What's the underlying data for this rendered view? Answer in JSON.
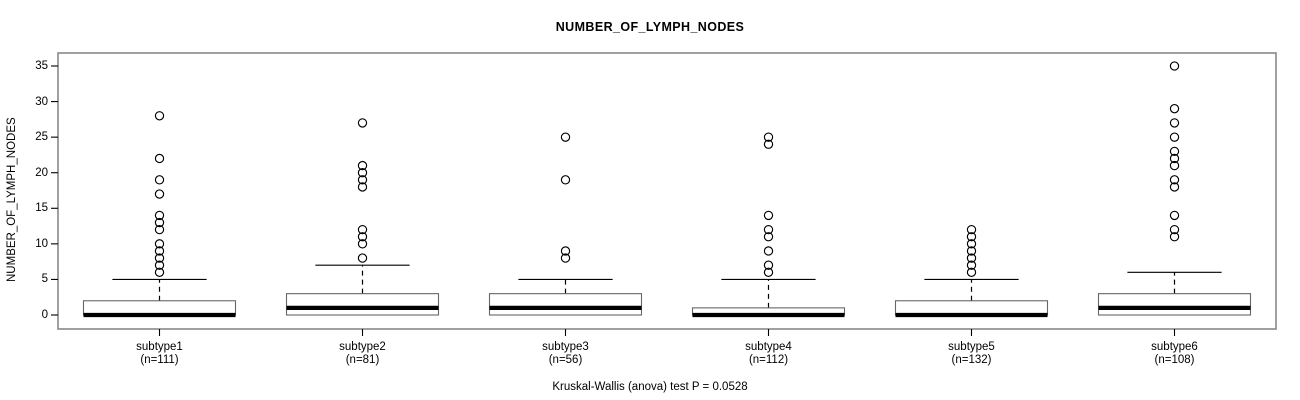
{
  "chart_data": {
    "type": "box",
    "title": "NUMBER_OF_LYMPH_NODES",
    "subtitle": "Kruskal-Wallis (anova) test P = 0.0528",
    "xlabel": "",
    "ylabel": "NUMBER_OF_LYMPH_NODES",
    "ylim": [
      0,
      36
    ],
    "yticks": [
      0,
      5,
      10,
      15,
      20,
      25,
      30,
      35
    ],
    "ytick_labels": [
      "0",
      "5",
      "10",
      "15",
      "20",
      "25",
      "30",
      "35"
    ],
    "grid": false,
    "legend": "none",
    "box_fill": "#ffffff",
    "box_stroke": "#000000",
    "categories": [
      "subtype1",
      "subtype2",
      "subtype3",
      "subtype4",
      "subtype5",
      "subtype6"
    ],
    "counts": [
      111,
      81,
      56,
      112,
      132,
      108
    ],
    "category_labels": [
      {
        "name": "subtype1",
        "n_label": "(n=111)"
      },
      {
        "name": "subtype2",
        "n_label": "(n=81)"
      },
      {
        "name": "subtype3",
        "n_label": "(n=56)"
      },
      {
        "name": "subtype4",
        "n_label": "(n=112)"
      },
      {
        "name": "subtype5",
        "n_label": "(n=132)"
      },
      {
        "name": "subtype6",
        "n_label": "(n=108)"
      }
    ],
    "boxes": [
      {
        "category": "subtype1",
        "whisker_low": 0,
        "q1": 0,
        "median": 0,
        "q3": 2,
        "whisker_high": 5,
        "outliers": [
          28,
          22,
          19,
          17,
          14,
          13,
          12,
          10,
          9,
          8,
          7,
          6
        ]
      },
      {
        "category": "subtype2",
        "whisker_low": 0,
        "q1": 0,
        "median": 1,
        "q3": 3,
        "whisker_high": 7,
        "outliers": [
          27,
          21,
          20,
          19,
          18,
          12,
          11,
          10,
          8
        ]
      },
      {
        "category": "subtype3",
        "whisker_low": 0,
        "q1": 0,
        "median": 1,
        "q3": 3,
        "whisker_high": 5,
        "outliers": [
          25,
          19,
          9,
          8
        ]
      },
      {
        "category": "subtype4",
        "whisker_low": 0,
        "q1": 0,
        "median": 0,
        "q3": 1,
        "whisker_high": 5,
        "outliers": [
          25,
          24,
          14,
          12,
          11,
          9,
          7,
          6
        ]
      },
      {
        "category": "subtype5",
        "whisker_low": 0,
        "q1": 0,
        "median": 0,
        "q3": 2,
        "whisker_high": 5,
        "outliers": [
          12,
          11,
          10,
          9,
          8,
          7,
          6
        ]
      },
      {
        "category": "subtype6",
        "whisker_low": 0,
        "q1": 0,
        "median": 1,
        "q3": 3,
        "whisker_high": 6,
        "outliers": [
          35,
          29,
          27,
          25,
          23,
          22,
          21,
          19,
          18,
          14,
          12,
          11
        ]
      }
    ]
  },
  "axis": {
    "y_title": "NUMBER_OF_LYMPH_NODES"
  }
}
